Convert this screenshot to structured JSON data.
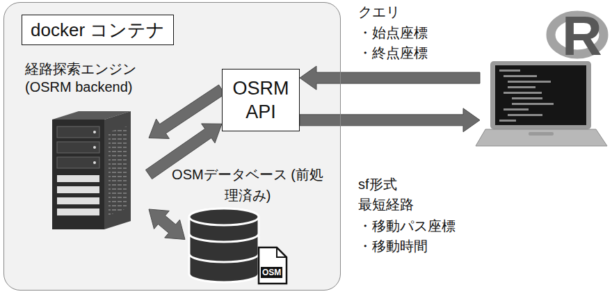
{
  "diagram": {
    "nodes": [
      {
        "text": [
          "docker コンテナ"
        ]
      },
      {
        "text": [
          "経路探索エンジン (OSRM backend)"
        ],
        "in": 0
      },
      {
        "text": [
          "OSRM API"
        ],
        "in": 0
      },
      {
        "text": [
          "OSMデータベース (前処理済み)"
        ],
        "in": 0
      },
      {
        "text": [
          "R"
        ]
      }
    ],
    "edges": [
      {
        "from": 4,
        "to": 2,
        "arrow": "to"
      },
      {
        "from": 2,
        "to": 4,
        "arrow": "to"
      },
      {
        "from": 2,
        "to": 1,
        "arrow": "to"
      },
      {
        "from": 1,
        "to": 2,
        "arrow": "to"
      },
      {
        "from": 1,
        "to": 3,
        "arrow": "both"
      }
    ],
    "labels": [
      "クエリ",
      "・始点座標",
      "・終点座標",
      "sf形式",
      "最短経路",
      "・移動パス座標",
      "・移動時間",
      "OSM"
    ]
  }
}
